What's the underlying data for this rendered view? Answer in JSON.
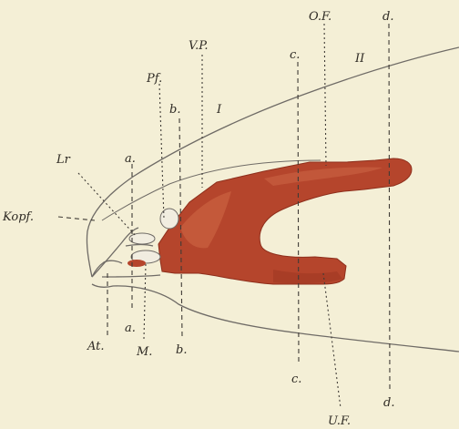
{
  "colors": {
    "paper": "#f4efd6",
    "muscle": "#b5452c",
    "muscle_dark": "#8e2f1c",
    "muscle_light": "#d06a47",
    "outline": "#6f6b66",
    "cartilage": "#f1ede0"
  },
  "labels": {
    "OF": "O.F.",
    "d_top": "d.",
    "c_top": "c.",
    "roman_II": "II",
    "VP": "V.P.",
    "Pf": "Pf.",
    "b_top": "b.",
    "roman_I": "I",
    "Lr": "Lr",
    "a_top": "a.",
    "Kopf": "Kopf.",
    "a_bottom": "a.",
    "At": "At.",
    "M": "M.",
    "b_bottom": "b.",
    "c_bottom": "c.",
    "d_bottom": "d.",
    "UF": "U.F."
  }
}
